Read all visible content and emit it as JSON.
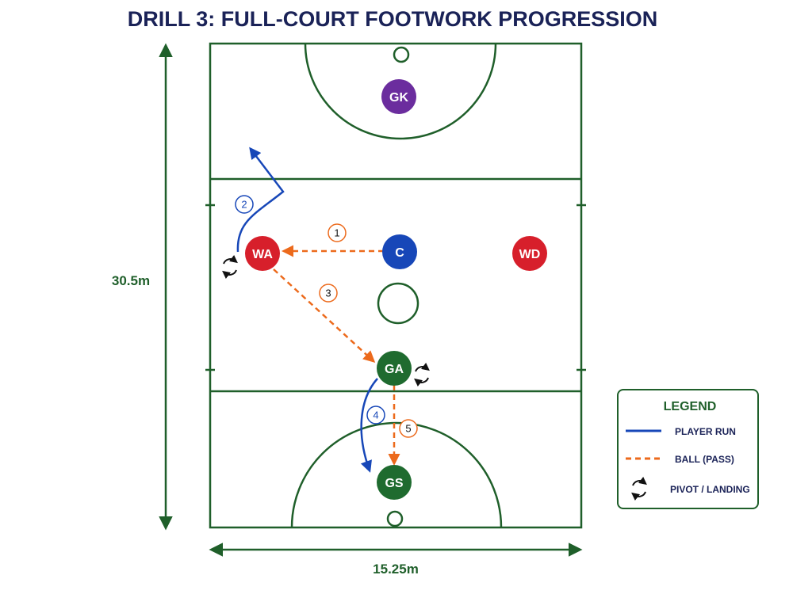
{
  "title": "DRILL 3: FULL-COURT FOOTWORK PROGRESSION",
  "dimensions": {
    "length": "30.5m",
    "width": "15.25m"
  },
  "players": [
    {
      "id": "GK",
      "label": "GK",
      "color": "#6b2d9e"
    },
    {
      "id": "WA",
      "label": "WA",
      "color": "#d71f2b"
    },
    {
      "id": "C",
      "label": "C",
      "color": "#1747b8"
    },
    {
      "id": "WD",
      "label": "WD",
      "color": "#d71f2b"
    },
    {
      "id": "GA",
      "label": "GA",
      "color": "#1f6b2f"
    },
    {
      "id": "GS",
      "label": "GS",
      "color": "#1f6b2f"
    }
  ],
  "steps": [
    {
      "number": "1",
      "type": "pass",
      "from": "C",
      "to": "WA"
    },
    {
      "number": "2",
      "type": "run",
      "player": "WA"
    },
    {
      "number": "3",
      "type": "pass",
      "from": "WA",
      "to": "GA"
    },
    {
      "number": "4",
      "type": "run",
      "player": "GA"
    },
    {
      "number": "5",
      "type": "pass",
      "from": "GA",
      "to": "GS"
    }
  ],
  "pivots": [
    "WA",
    "GA"
  ],
  "legend": {
    "title": "LEGEND",
    "items": [
      {
        "icon": "player-run-line",
        "label": "PLAYER RUN"
      },
      {
        "icon": "ball-pass-dashed-line",
        "label": "BALL (PASS)"
      },
      {
        "icon": "pivot-icon",
        "label": "PIVOT / LANDING"
      }
    ]
  },
  "colors": {
    "court_line": "#1f5f2a",
    "run": "#1747b8",
    "pass": "#ec6a1c",
    "title": "#1a2257"
  }
}
